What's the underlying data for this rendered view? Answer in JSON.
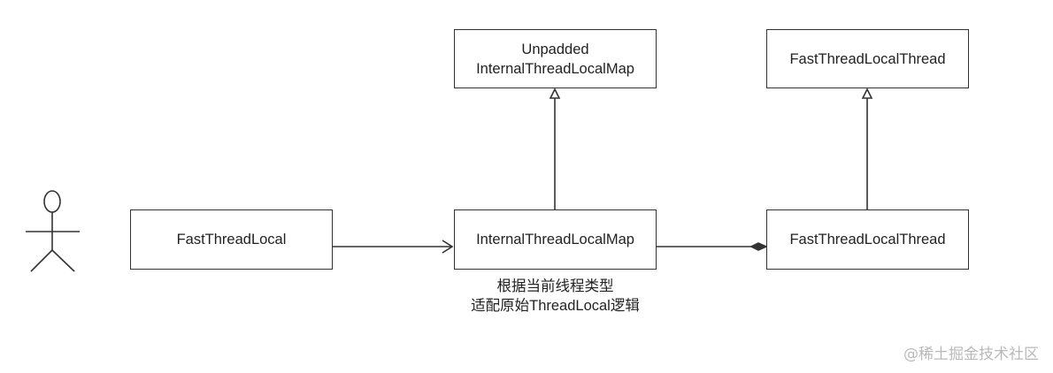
{
  "diagram": {
    "actor": {},
    "boxes": {
      "fast_thread_local": {
        "label": "FastThreadLocal"
      },
      "internal_thread_local_map": {
        "label": "InternalThreadLocalMap"
      },
      "unpadded_map": {
        "line1": "Unpadded",
        "line2": "InternalThreadLocalMap"
      },
      "ftl_thread_parent": {
        "label": "FastThreadLocalThread"
      },
      "ftl_thread": {
        "label": "FastThreadLocalThread"
      }
    },
    "note": {
      "line1": "根据当前线程类型",
      "line2": "适配原始ThreadLocal逻辑"
    },
    "relations": [
      {
        "from": "fast_thread_local",
        "to": "internal_thread_local_map",
        "type": "association"
      },
      {
        "from": "internal_thread_local_map",
        "to": "unpadded_map",
        "type": "inheritance"
      },
      {
        "from": "ftl_thread",
        "to": "ftl_thread_parent",
        "type": "inheritance"
      },
      {
        "from": "internal_thread_local_map",
        "to": "ftl_thread",
        "type": "composition"
      }
    ]
  },
  "watermark": {
    "text": "@稀土掘金技术社区"
  },
  "colors": {
    "stroke": "#333333",
    "watermark": "#b9b9b9"
  }
}
